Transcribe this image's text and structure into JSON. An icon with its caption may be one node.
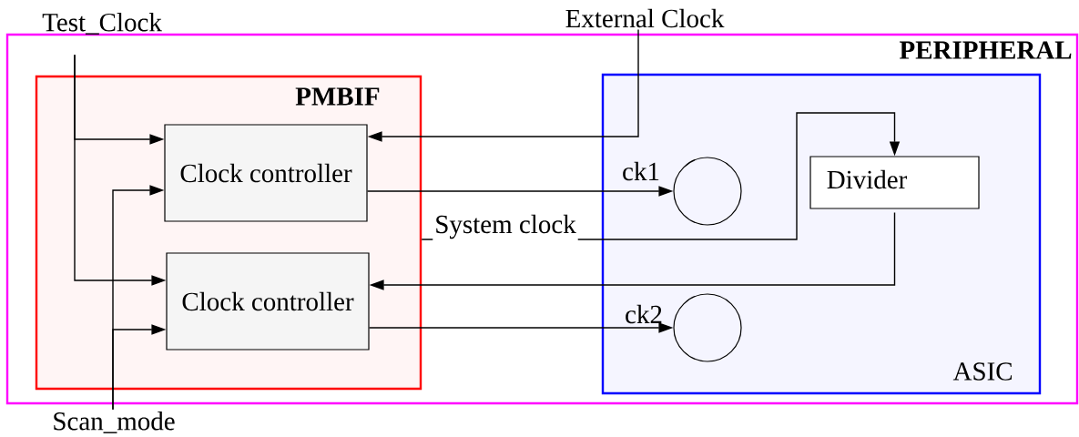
{
  "diagram": {
    "nodes": [
      {
        "text": [
          "PERIPHERAL"
        ]
      },
      {
        "text": [
          "PMBIF"
        ],
        "in": 0
      },
      {
        "text": [
          "Clock controller"
        ],
        "in": 1
      },
      {
        "text": [
          "Clock controller"
        ],
        "in": 1
      },
      {
        "text": [
          "ASIC"
        ],
        "in": 0
      },
      {
        "text": [
          "Divider"
        ],
        "in": 4
      },
      {
        "text": [],
        "shape": "circle",
        "beside": [
          "ck1"
        ],
        "in": 4
      },
      {
        "text": [],
        "shape": "circle",
        "beside": [
          "ck2"
        ],
        "in": 4
      },
      {
        "text": [
          "Test_Clock"
        ]
      },
      {
        "text": [
          "Scan_mode"
        ]
      },
      {
        "text": [
          "External Clock"
        ]
      }
    ],
    "edges": [
      {
        "from": 8,
        "to": 2,
        "arrow": "to"
      },
      {
        "from": 8,
        "to": 3,
        "arrow": "to"
      },
      {
        "from": 9,
        "to": 2,
        "arrow": "to"
      },
      {
        "from": 9,
        "to": 3,
        "arrow": "to"
      },
      {
        "from": 10,
        "to": 2,
        "arrow": "to"
      },
      {
        "from": 2,
        "to": 6,
        "arrow": "to"
      },
      {
        "from": 1,
        "to": 5,
        "arrow": "to",
        "label": "System clock"
      },
      {
        "from": 5,
        "to": 3,
        "arrow": "to"
      },
      {
        "from": 3,
        "to": 7,
        "arrow": "to"
      }
    ]
  }
}
